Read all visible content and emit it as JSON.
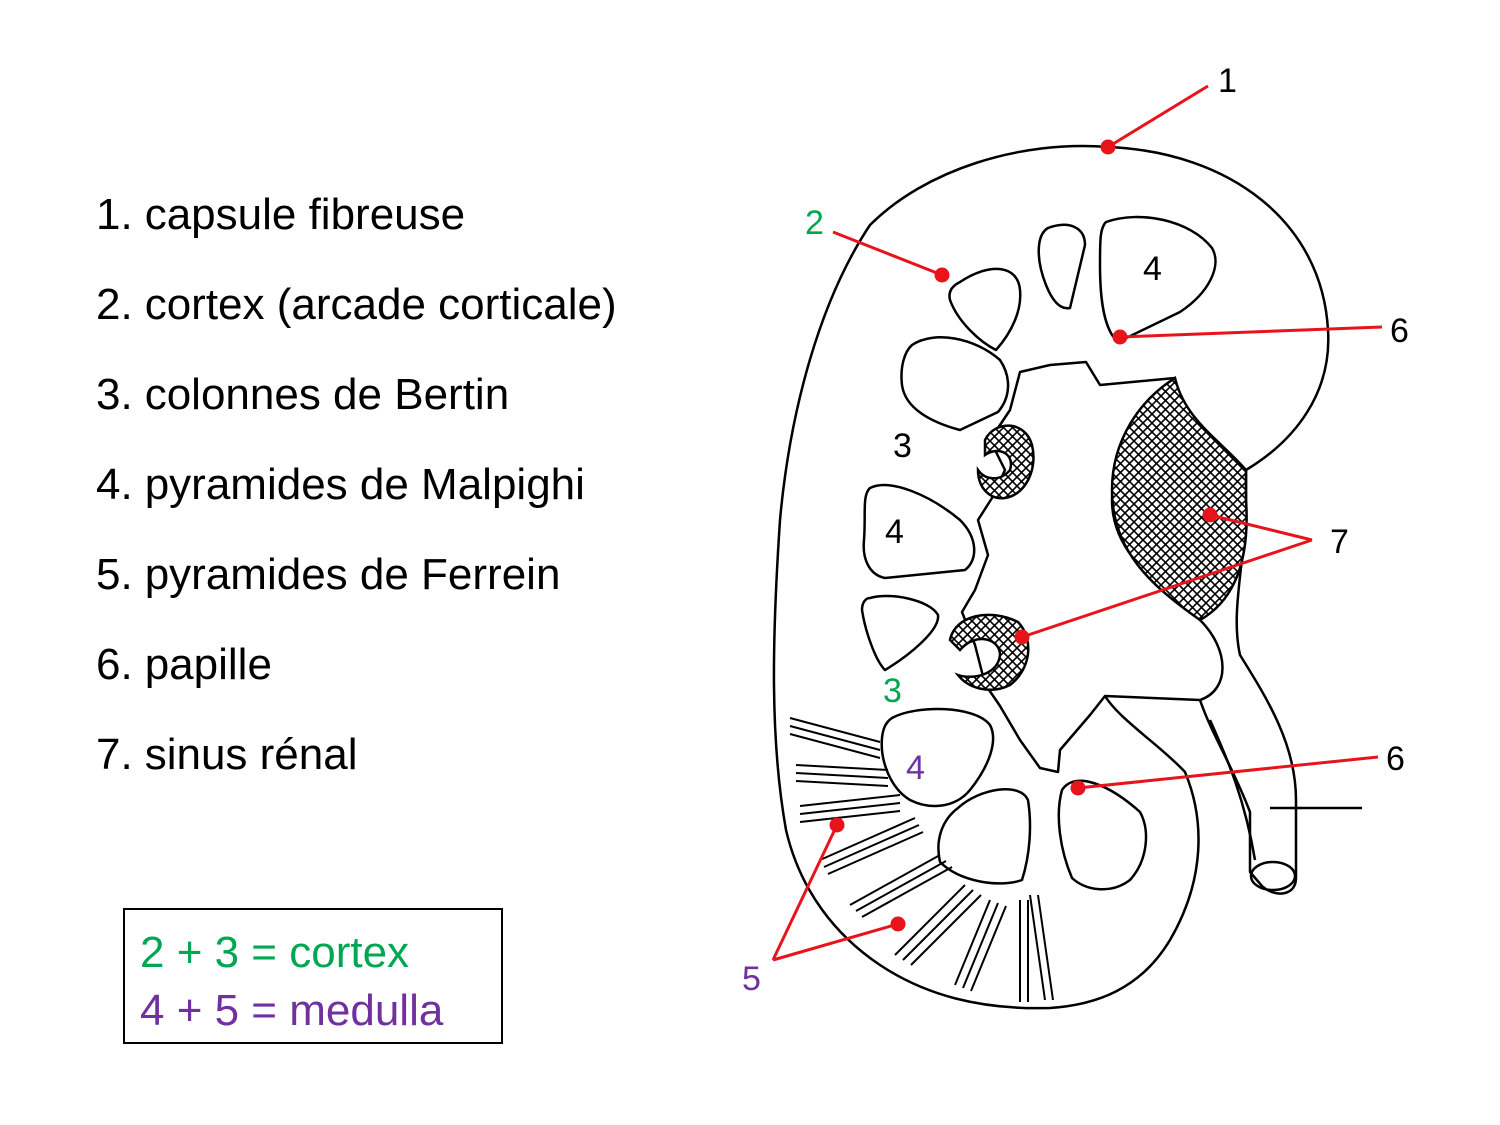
{
  "legend": {
    "items": [
      {
        "num": "1.",
        "label": "capsule fibreuse"
      },
      {
        "num": "2.",
        "label": "cortex (arcade corticale)"
      },
      {
        "num": "3.",
        "label": "colonnes de Bertin"
      },
      {
        "num": "4.",
        "label": "pyramides de Malpighi"
      },
      {
        "num": "5.",
        "label": "pyramides de Ferrein"
      },
      {
        "num": "6.",
        "label": "papille"
      },
      {
        "num": "7.",
        "label": "sinus rénal"
      }
    ]
  },
  "summary": {
    "cortex_line": "2 + 3 = cortex",
    "medulla_line": "4 + 5 = medulla"
  },
  "callouts": {
    "c1": "1",
    "c2": "2",
    "c3a": "3",
    "c3b": "3",
    "c4a": "4",
    "c4b": "4",
    "c4c": "4",
    "c5": "5",
    "c6a": "6",
    "c6b": "6",
    "c7": "7"
  },
  "colors": {
    "cortex": "#00a651",
    "medulla": "#7030a0",
    "leader": "#e8141b",
    "outline": "#000000"
  }
}
